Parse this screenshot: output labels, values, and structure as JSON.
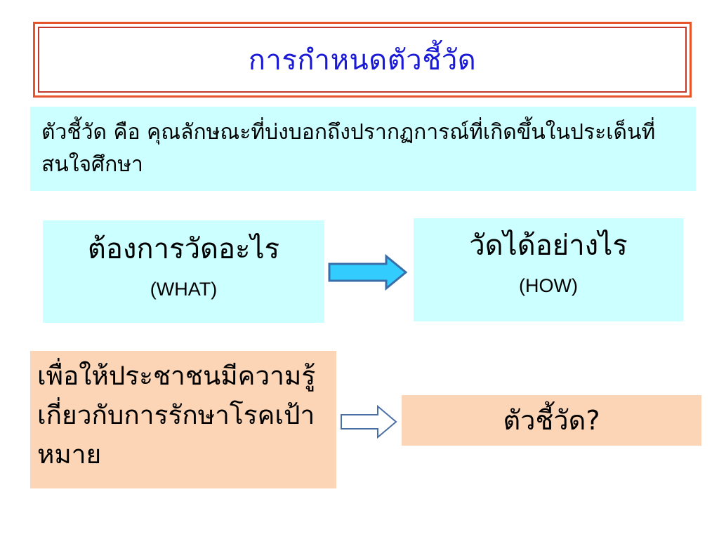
{
  "slide": {
    "title": "การกำหนดตัวชี้วัด",
    "definition": "ตัวชี้วัด คือ คุณลักษณะที่บ่งบอกถึงปรากฏการณ์ที่เกิดขึ้นในประเด็นที่สนใจศึกษา",
    "what_question": {
      "main": "ต้องการวัดอะไร",
      "sub": "(WHAT)"
    },
    "how_question": {
      "main": "วัดได้อย่างไร",
      "sub": "(HOW)"
    },
    "purpose": "เพื่อให้ประชาชนมีความรู้เกี่ยวกับการรักษาโรคเป้าหมาย",
    "indicator": "ตัวชี้วัด?"
  },
  "colors": {
    "title_text": "#1a1ad6",
    "title_border": "#e8542a",
    "cyan_box": "#ccffff",
    "peach_box": "#fbd5b5",
    "arrow_fill_filled": "#33ccff",
    "arrow_outline": "#4a6fa5"
  },
  "icons": [
    "right-arrow-filled",
    "right-arrow-outline"
  ]
}
